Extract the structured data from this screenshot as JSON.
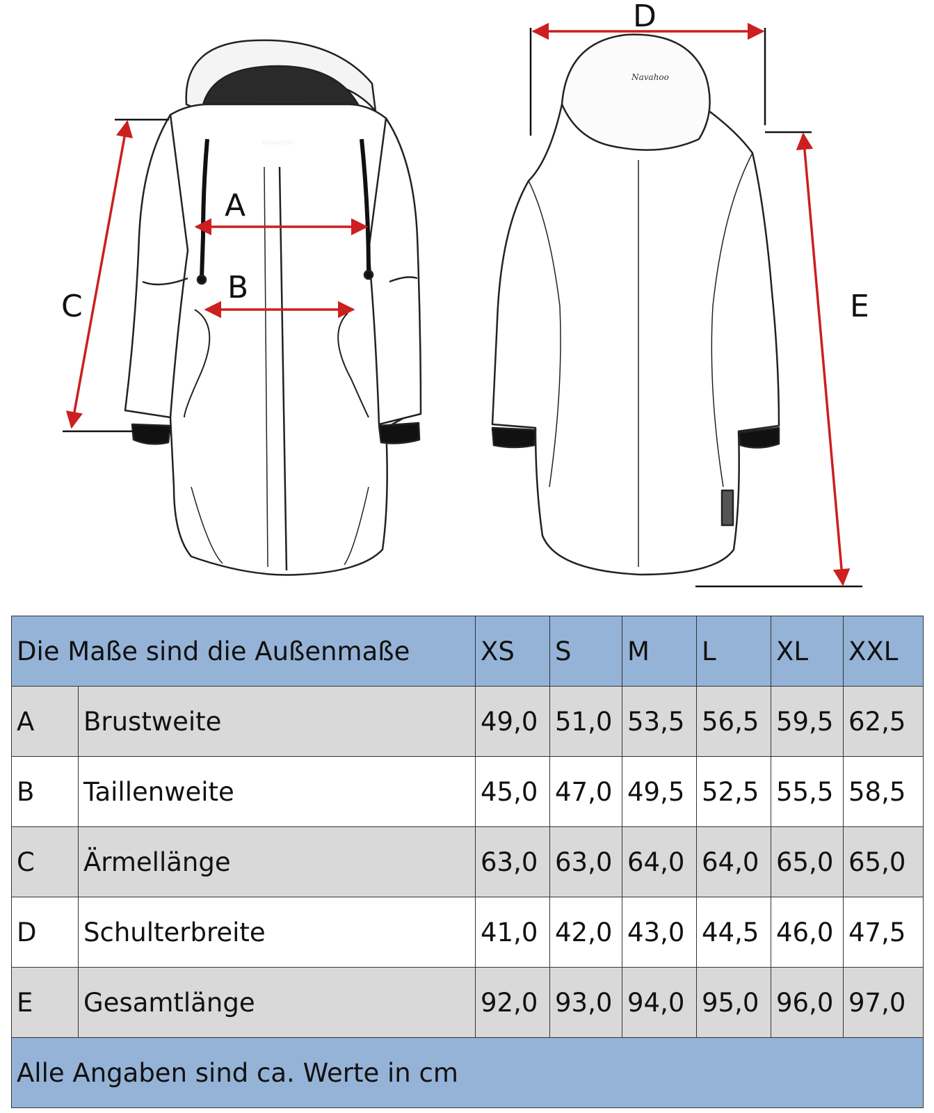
{
  "diagram": {
    "dimension_letters": [
      "A",
      "B",
      "C",
      "D",
      "E"
    ],
    "arrow_color": "#cc1f1f",
    "front_logo": "NAVAHOO",
    "back_signature": "Navahoo"
  },
  "table": {
    "header_label": "Die Maße sind die Außenmaße",
    "sizes": [
      "XS",
      "S",
      "M",
      "L",
      "XL",
      "XXL"
    ],
    "rows": [
      {
        "code": "A",
        "name": "Brustweite",
        "values": [
          "49,0",
          "51,0",
          "53,5",
          "56,5",
          "59,5",
          "62,5"
        ]
      },
      {
        "code": "B",
        "name": "Taillenweite",
        "values": [
          "45,0",
          "47,0",
          "49,5",
          "52,5",
          "55,5",
          "58,5"
        ]
      },
      {
        "code": "C",
        "name": "Ärmellänge",
        "values": [
          "63,0",
          "63,0",
          "64,0",
          "64,0",
          "65,0",
          "65,0"
        ]
      },
      {
        "code": "D",
        "name": "Schulterbreite",
        "values": [
          "41,0",
          "42,0",
          "43,0",
          "44,5",
          "46,0",
          "47,5"
        ]
      },
      {
        "code": "E",
        "name": "Gesamtlänge",
        "values": [
          "92,0",
          "93,0",
          "94,0",
          "95,0",
          "96,0",
          "97,0"
        ]
      }
    ],
    "footer": "Alle Angaben sind ca. Werte in cm",
    "colors": {
      "header_bg": "#95b3d7",
      "row_grey": "#d9d9d9",
      "row_white": "#ffffff"
    }
  }
}
